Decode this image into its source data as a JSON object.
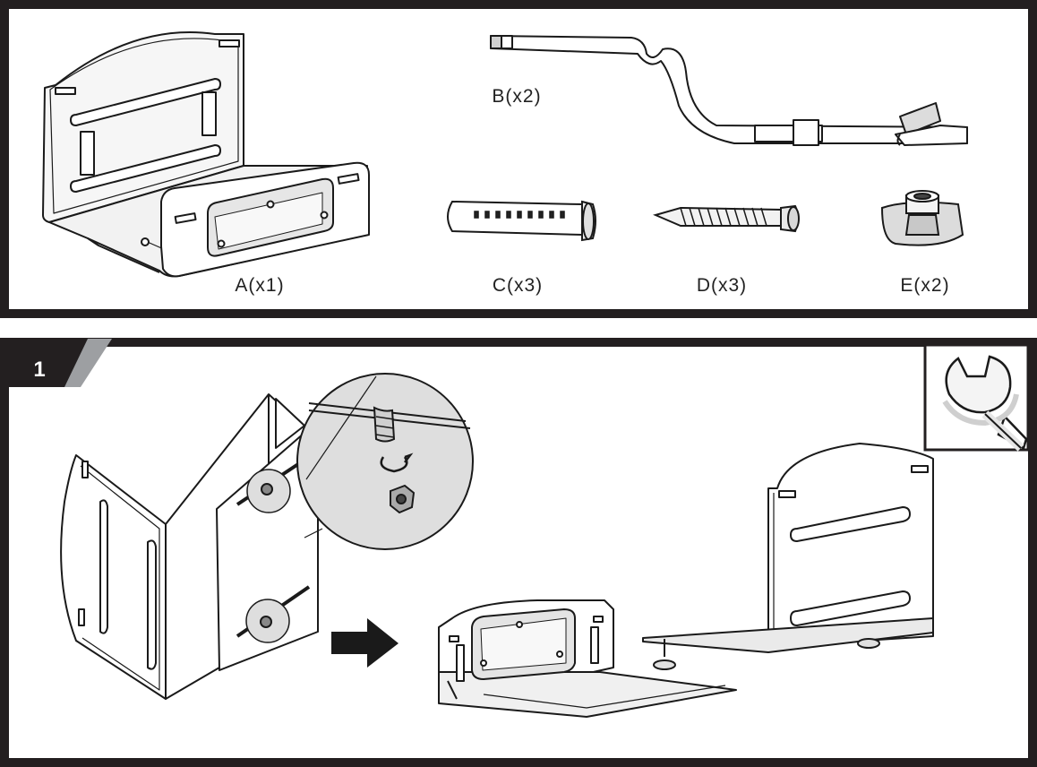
{
  "parts": [
    {
      "id": "A",
      "label": "A(x1)",
      "name": "bracket",
      "icon": "bracket-icon"
    },
    {
      "id": "B",
      "label": "B(x2)",
      "name": "strap",
      "icon": "strap-icon"
    },
    {
      "id": "C",
      "label": "C(x3)",
      "name": "anchor",
      "icon": "wall-anchor-icon"
    },
    {
      "id": "D",
      "label": "D(x3)",
      "name": "screw",
      "icon": "wood-screw-icon"
    },
    {
      "id": "E",
      "label": "E(x2)",
      "name": "knob",
      "icon": "knob-nut-icon"
    }
  ],
  "step": {
    "number": "1",
    "tool_icon": "wrench-icon",
    "action_icon": "rotate-icon",
    "arrow_icon": "arrow-right-icon"
  },
  "colors": {
    "frame": "#231f20",
    "line": "#1a1a1a",
    "fill_light": "#f4f4f4",
    "fill_mid": "#dcdcdc",
    "fill_dark": "#a8a8a8",
    "tab_accent": "#9d9fa2"
  }
}
